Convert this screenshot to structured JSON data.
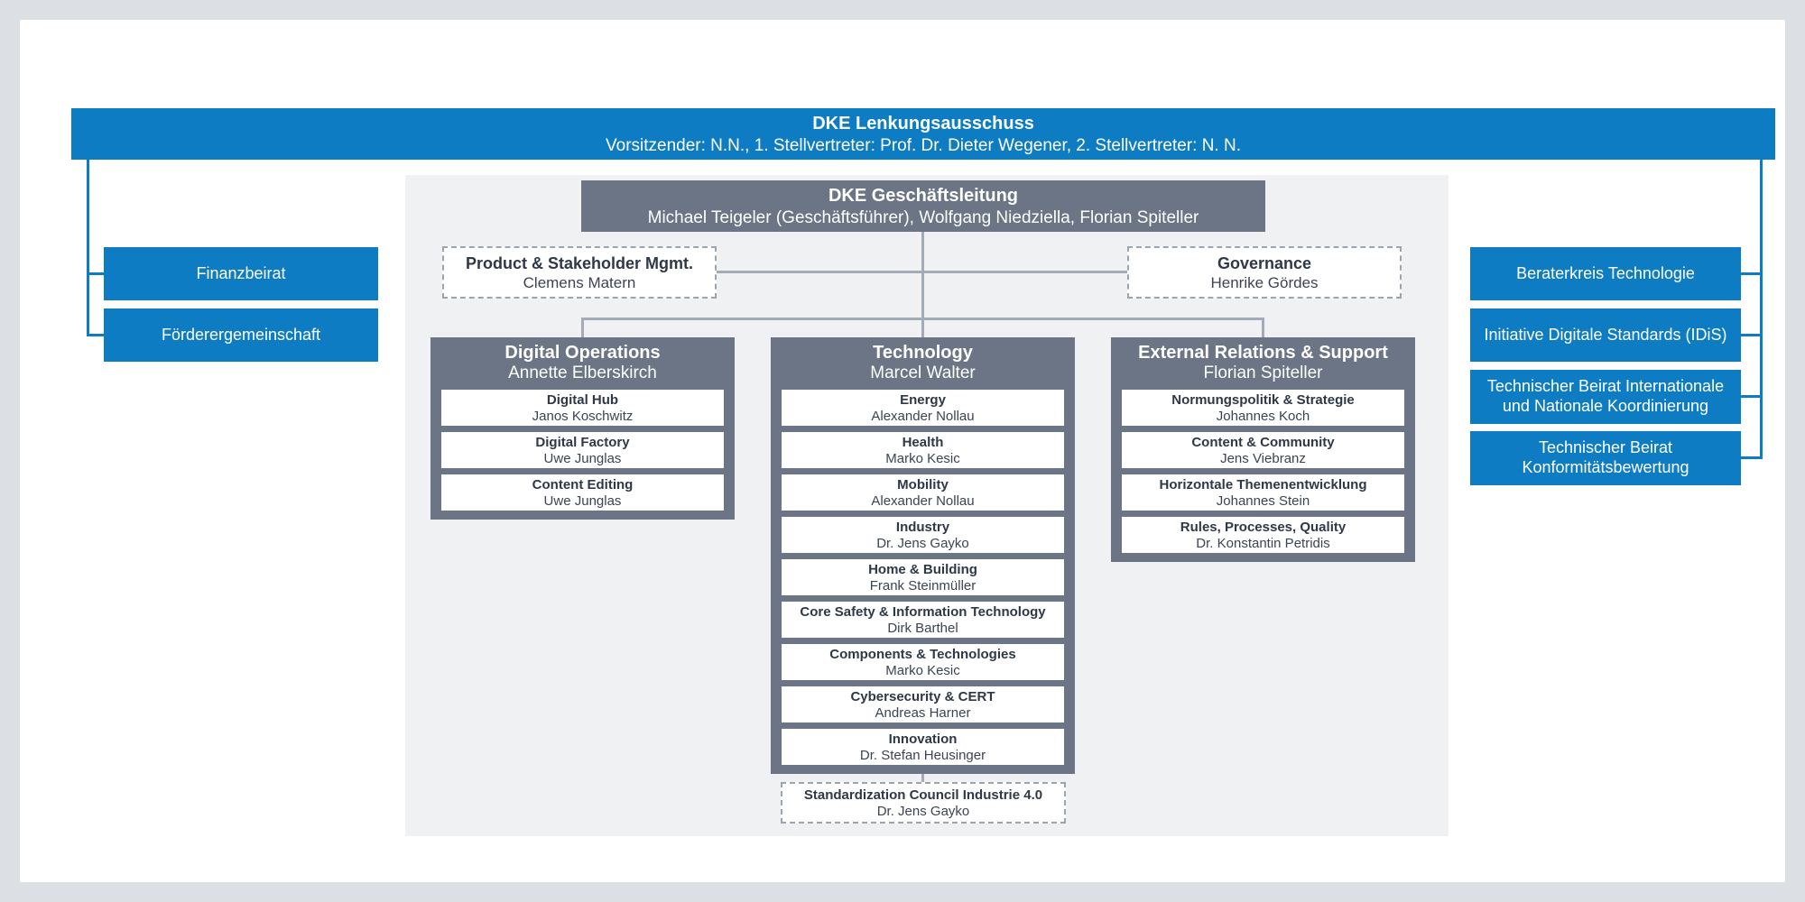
{
  "colors": {
    "blue": "#0d7cc2",
    "slate": "#6b7585",
    "panel_gray": "#f0f1f2",
    "connector_gray": "#a3abb6",
    "dark_text": "#2e3847"
  },
  "steering_committee": {
    "title": "DKE Lenkungsausschuss",
    "subtitle": "Vorsitzender: N.N., 1. Stellvertreter: Prof. Dr. Dieter Wegener, 2. Stellvertreter: N. N."
  },
  "management": {
    "title": "DKE Geschäftsleitung",
    "subtitle": "Michael Teigeler (Geschäftsführer), Wolfgang Niedziella, Florian Spiteller"
  },
  "left_boards": [
    {
      "label": "Finanzbeirat"
    },
    {
      "label": "Förderergemeinschaft"
    }
  ],
  "right_boards": [
    {
      "label": "Beraterkreis Technologie"
    },
    {
      "label": "Initiative Digitale Standards (IDiS)"
    },
    {
      "label": "Technischer Beirat Internationale und Nationale Koordinierung"
    },
    {
      "label": "Technischer Beirat Konformitätsbewertung"
    }
  ],
  "staff_units": [
    {
      "title": "Product & Stakeholder Mgmt.",
      "name": "Clemens Matern"
    },
    {
      "title": "Governance",
      "name": "Henrike Gördes"
    }
  ],
  "departments": [
    {
      "title": "Digital Operations",
      "head": "Annette Elberskirch",
      "units": [
        {
          "title": "Digital Hub",
          "name": "Janos Koschwitz"
        },
        {
          "title": "Digital Factory",
          "name": "Uwe Junglas"
        },
        {
          "title": "Content Editing",
          "name": "Uwe Junglas"
        }
      ]
    },
    {
      "title": "Technology",
      "head": "Marcel Walter",
      "units": [
        {
          "title": "Energy",
          "name": "Alexander Nollau"
        },
        {
          "title": "Health",
          "name": "Marko Kesic"
        },
        {
          "title": "Mobility",
          "name": "Alexander Nollau"
        },
        {
          "title": "Industry",
          "name": "Dr. Jens Gayko"
        },
        {
          "title": "Home & Building",
          "name": "Frank Steinmüller"
        },
        {
          "title": "Core Safety & Information Technology",
          "name": "Dirk Barthel"
        },
        {
          "title": "Components & Technologies",
          "name": "Marko Kesic"
        },
        {
          "title": "Cybersecurity & CERT",
          "name": "Andreas Harner"
        },
        {
          "title": "Innovation",
          "name": "Dr. Stefan Heusinger"
        }
      ]
    },
    {
      "title": "External Relations & Support",
      "head": "Florian Spiteller",
      "units": [
        {
          "title": "Normungspolitik & Strategie",
          "name": "Johannes Koch"
        },
        {
          "title": "Content & Community",
          "name": "Jens Viebranz"
        },
        {
          "title": "Horizontale Themenentwicklung",
          "name": "Johannes Stein"
        },
        {
          "title": "Rules, Processes, Quality",
          "name": "Dr. Konstantin Petridis"
        }
      ]
    }
  ],
  "council": {
    "title": "Standardization Council Industrie 4.0",
    "name": "Dr. Jens Gayko"
  }
}
